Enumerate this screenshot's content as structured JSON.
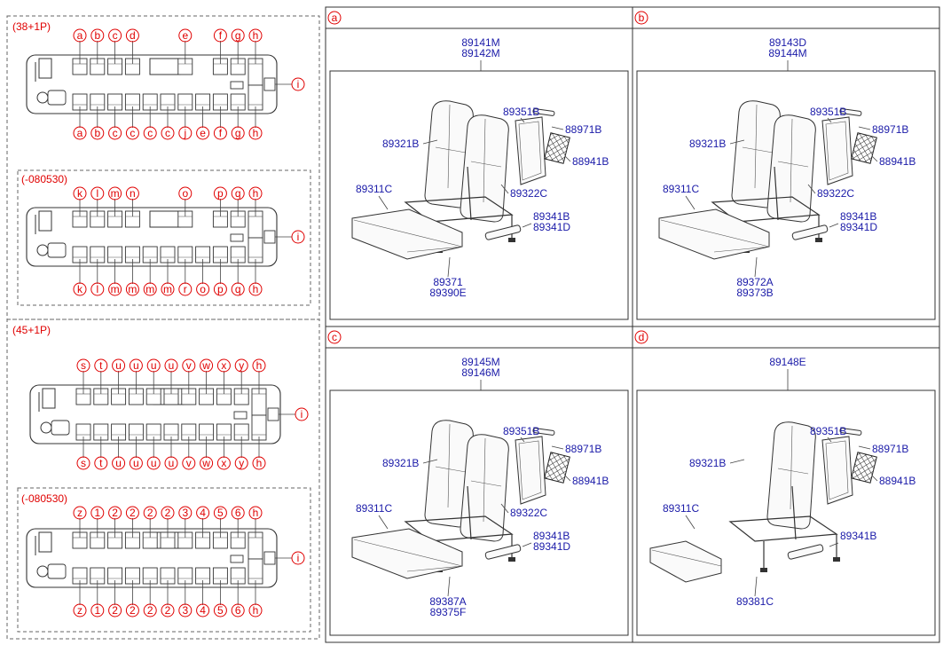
{
  "colors": {
    "part_number": "#1a1aa8",
    "callout_red": "#e00000",
    "line": "#333333"
  },
  "layouts": [
    {
      "title": "(38+1P)",
      "top": [
        "a",
        "b",
        "c",
        "d",
        "e",
        "f",
        "g",
        "h"
      ],
      "bottom": [
        "a",
        "b",
        "c",
        "c",
        "c",
        "c",
        "j",
        "e",
        "f",
        "g",
        "h"
      ],
      "right": "i"
    },
    {
      "title": "(-080530)",
      "top": [
        "k",
        "l",
        "m",
        "n",
        "o",
        "p",
        "q",
        "h"
      ],
      "bottom": [
        "k",
        "l",
        "m",
        "m",
        "m",
        "m",
        "r",
        "o",
        "p",
        "q",
        "h"
      ],
      "right": "i"
    },
    {
      "title": "(45+1P)",
      "top": [
        "s",
        "t",
        "u",
        "u",
        "u",
        "u",
        "v",
        "w",
        "x",
        "y",
        "h"
      ],
      "bottom": [
        "s",
        "t",
        "u",
        "u",
        "u",
        "u",
        "v",
        "w",
        "x",
        "y",
        "h"
      ],
      "right": "i"
    },
    {
      "title": "(-080530)",
      "top": [
        "z",
        "1",
        "2",
        "2",
        "2",
        "2",
        "3",
        "4",
        "5",
        "6",
        "h"
      ],
      "bottom": [
        "z",
        "1",
        "2",
        "2",
        "2",
        "2",
        "3",
        "4",
        "5",
        "6",
        "h"
      ],
      "right": "i"
    }
  ],
  "panels": [
    {
      "letter": "a",
      "header": [
        "89141M",
        "89142M"
      ],
      "backrest": "89321B",
      "cushion": "89311C",
      "panel": "89351B",
      "cap": "88971B",
      "net": "88941B",
      "side": "89322C",
      "arm": [
        "89341B",
        "89341D"
      ],
      "foot": [
        "89371",
        "89390E"
      ]
    },
    {
      "letter": "b",
      "header": [
        "89143D",
        "89144M"
      ],
      "backrest": "89321B",
      "cushion": "89311C",
      "panel": "89351B",
      "cap": "88971B",
      "net": "88941B",
      "side": "89322C",
      "arm": [
        "89341B",
        "89341D"
      ],
      "foot": [
        "89372A",
        "89373B"
      ]
    },
    {
      "letter": "c",
      "header": [
        "89145M",
        "89146M"
      ],
      "backrest": "89321B",
      "cushion": "89311C",
      "panel": "89351B",
      "cap": "88971B",
      "net": "88941B",
      "side": "89322C",
      "arm": [
        "89341B",
        "89341D"
      ],
      "foot": [
        "89387A",
        "89375F"
      ]
    },
    {
      "letter": "d",
      "header": [
        "89148E"
      ],
      "backrest": "89321B",
      "cushion": "89311C",
      "panel": "89351B",
      "cap": "88971B",
      "net": "88941B",
      "arm": [
        "89341B"
      ],
      "foot": [
        "89381C"
      ]
    }
  ]
}
